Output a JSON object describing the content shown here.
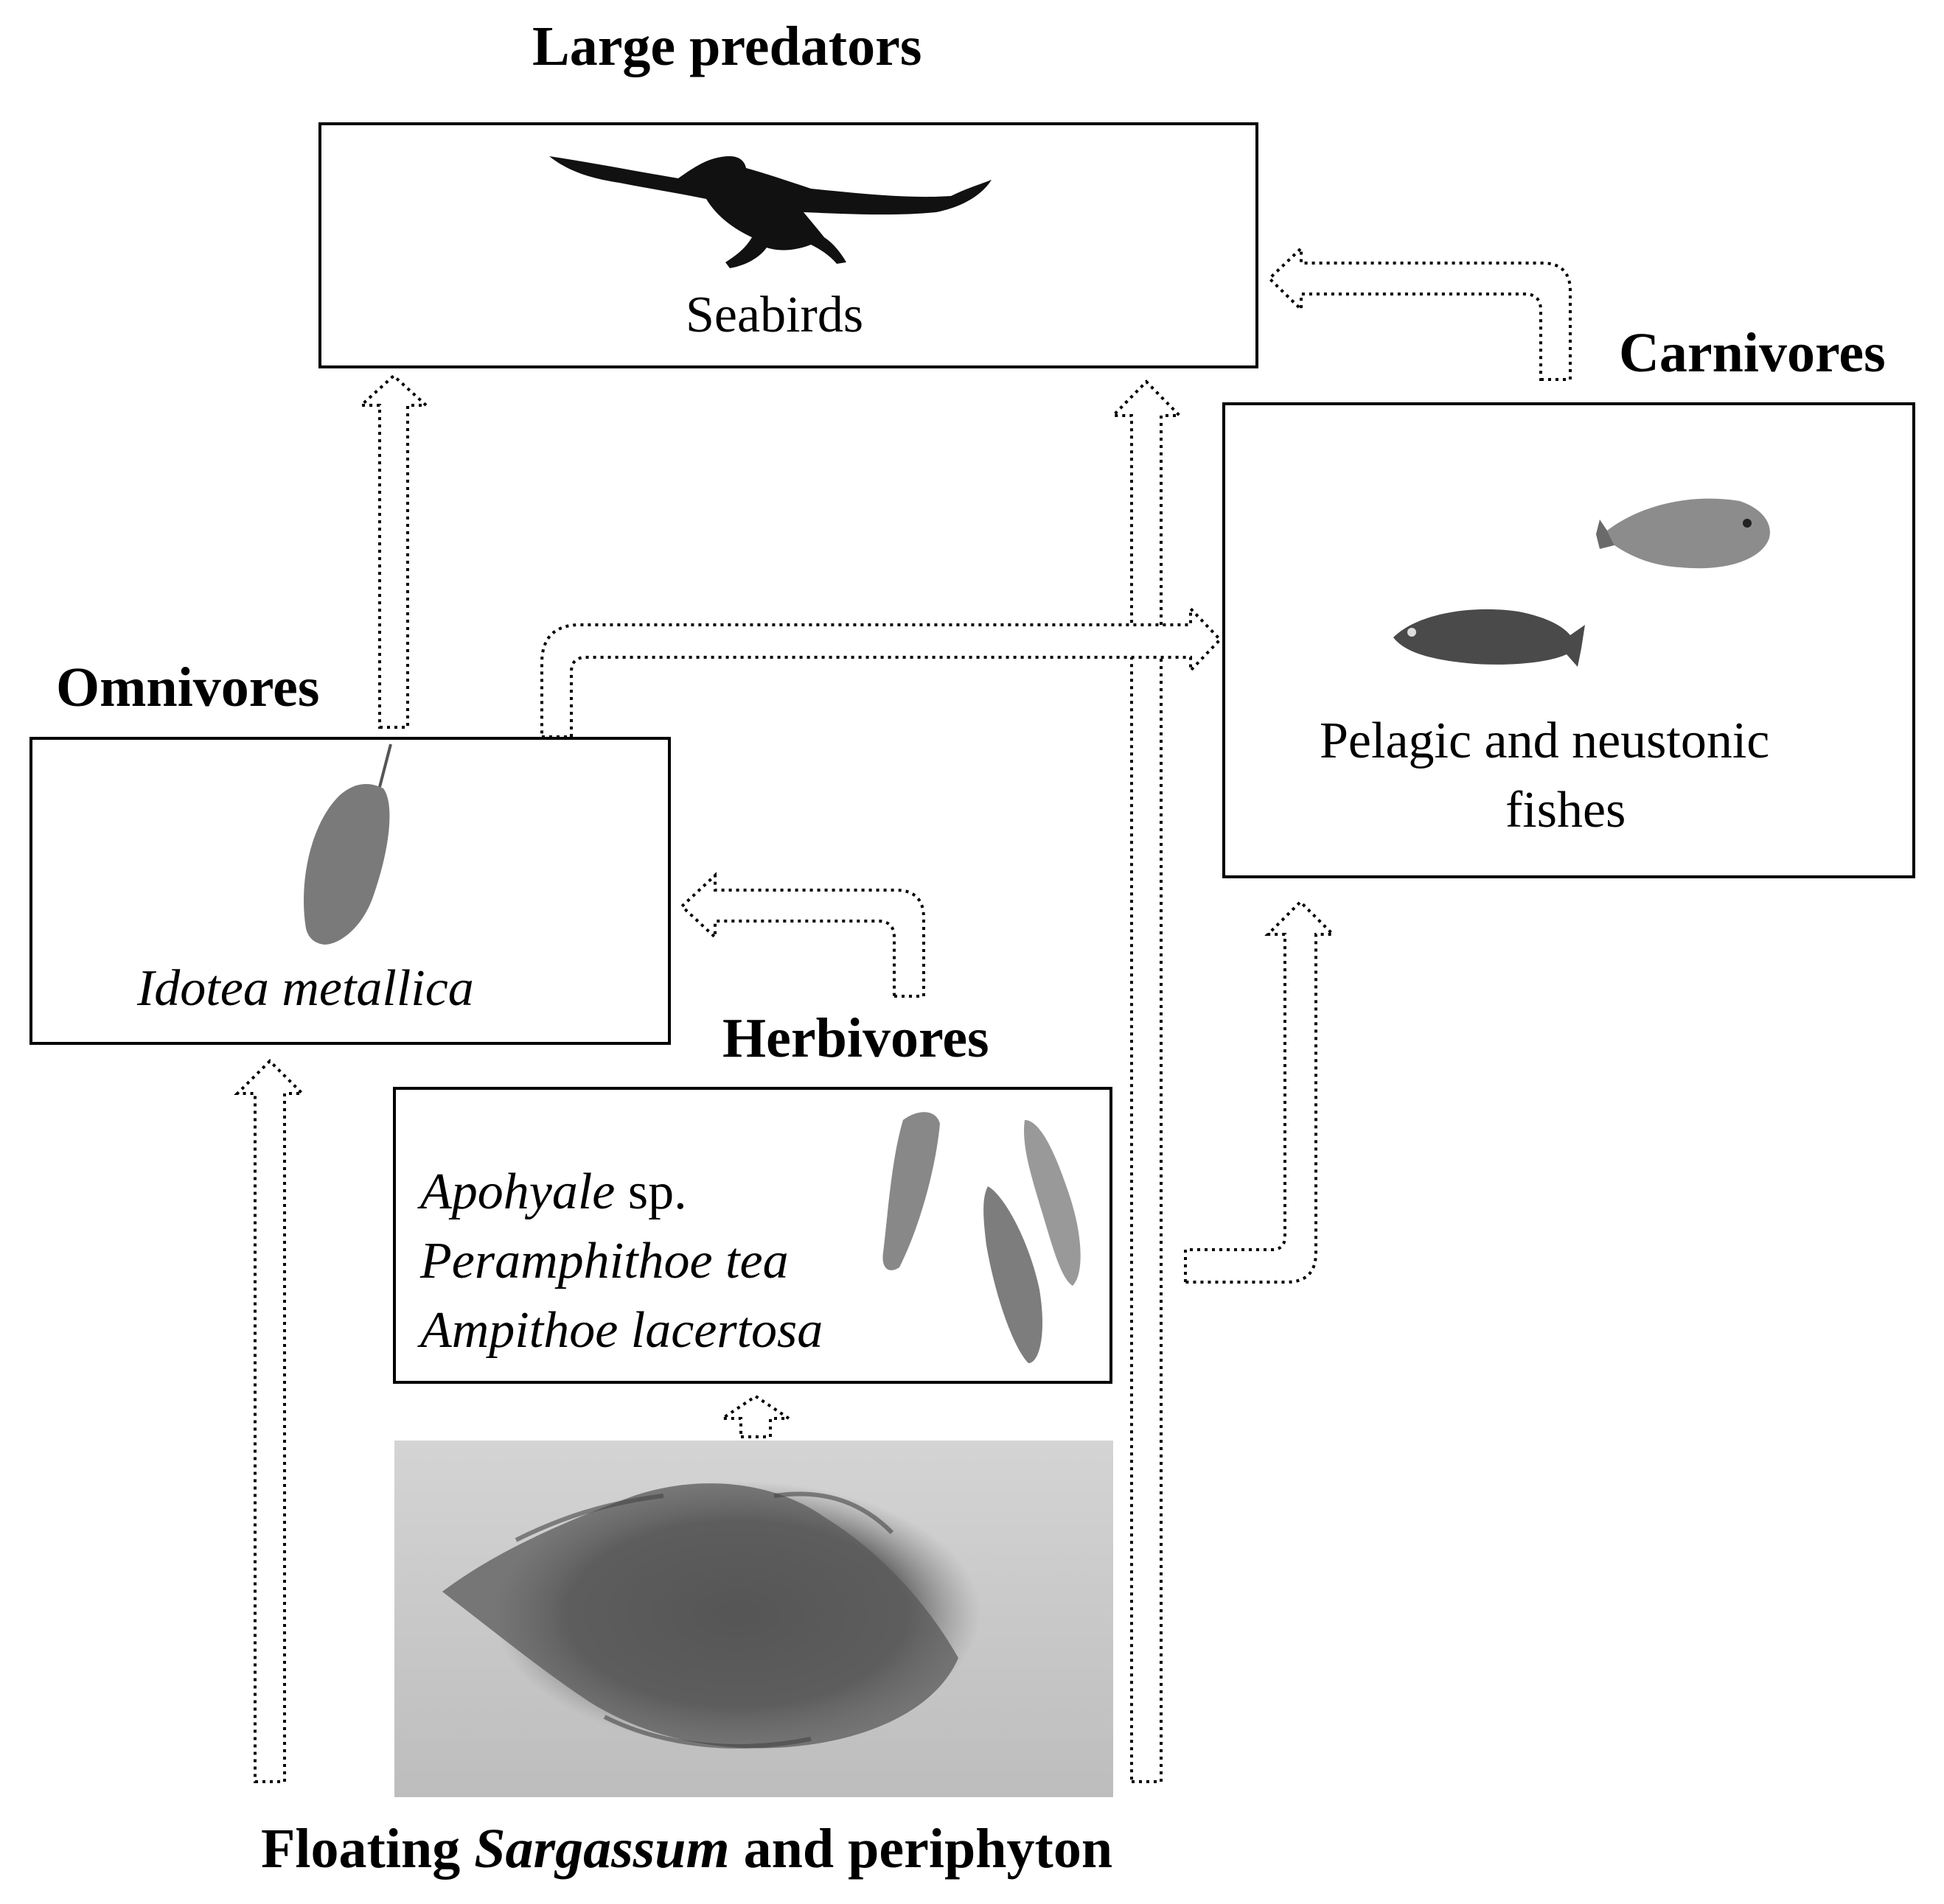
{
  "levels": {
    "large_predators": {
      "heading": "Large predators",
      "organism": "Seabirds"
    },
    "carnivores": {
      "heading": "Carnivores",
      "organism_line1": "Pelagic and neustonic",
      "organism_line2": "fishes"
    },
    "omnivores": {
      "heading": "Omnivores",
      "organism": "Idotea metallica"
    },
    "herbivores": {
      "heading": "Herbivores",
      "species": [
        {
          "italic": "Apohyale",
          "plain": " sp."
        },
        {
          "italic": "Peramphithoe tea",
          "plain": ""
        },
        {
          "italic": "Ampithoe lacertosa",
          "plain": ""
        }
      ]
    },
    "producers": {
      "prefix": "Floating ",
      "italic": "Sargassum",
      "suffix": " and periphyton"
    }
  },
  "icons": [
    "seabird-icon",
    "filefish-icon",
    "rockfish-icon",
    "isopod-icon",
    "amphipod-icon",
    "sargassum-photo"
  ]
}
